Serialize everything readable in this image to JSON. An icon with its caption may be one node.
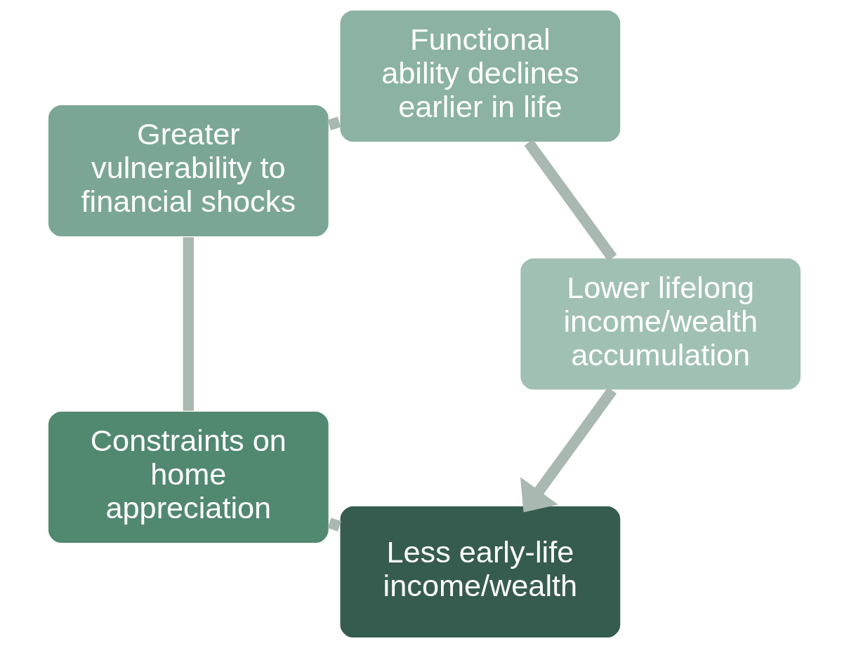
{
  "diagram": {
    "nodes": [
      {
        "text": [
          "Less early-life income/wealth"
        ]
      },
      {
        "text": [
          "Constraints on home appreciation"
        ]
      },
      {
        "text": [
          "Greater vulnerability to financial shocks"
        ]
      },
      {
        "text": [
          "Functional ability declines earlier in life"
        ]
      },
      {
        "text": [
          "Lower lifelong income/wealth accumulation"
        ]
      }
    ],
    "edges": [
      {
        "from": 0,
        "to": 1,
        "arrow": "none"
      },
      {
        "from": 1,
        "to": 2,
        "arrow": "none"
      },
      {
        "from": 2,
        "to": 3,
        "arrow": "none"
      },
      {
        "from": 3,
        "to": 4,
        "arrow": "none"
      },
      {
        "from": 4,
        "to": 0,
        "arrow": "to"
      }
    ]
  }
}
